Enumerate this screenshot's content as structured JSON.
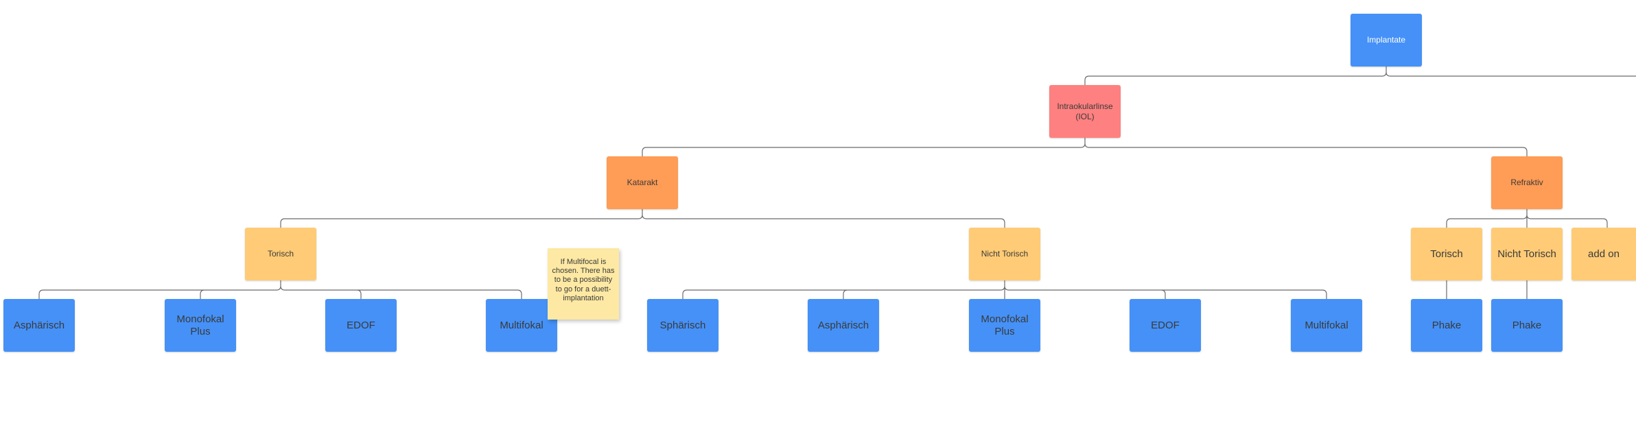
{
  "colors": {
    "blue": "#4591f7",
    "red": "#ff8080",
    "orange": "#ff9c55",
    "yellow": "#ffcb76",
    "sticky": "#fde9a3",
    "connector": "#6b6b6b"
  },
  "nodes": {
    "implantate": "Implantate",
    "iol": "Intraokularlinse\n(IOL)",
    "katarakt": "Katarakt",
    "refraktiv": "Refraktiv",
    "torisch": "Torisch",
    "nicht_torisch": "Nicht Torisch",
    "k_t_asph": "Asphärisch",
    "k_t_mono": "Monofokal\nPlus",
    "k_t_edof": "EDOF",
    "k_t_multi": "Multifokal",
    "k_nt_sph": "Sphärisch",
    "k_nt_asph": "Asphärisch",
    "k_nt_mono": "Monofokal\nPlus",
    "k_nt_edof": "EDOF",
    "k_nt_multi": "Multifokal",
    "r_torisch": "Torisch",
    "r_nicht_torisch": "Nicht Torisch",
    "r_addon": "add on",
    "r_t_phake": "Phake",
    "r_nt_phake": "Phake"
  },
  "sticky_note": "If Multifocal is chosen. There has to be a possibility to go for a duett-implantation"
}
